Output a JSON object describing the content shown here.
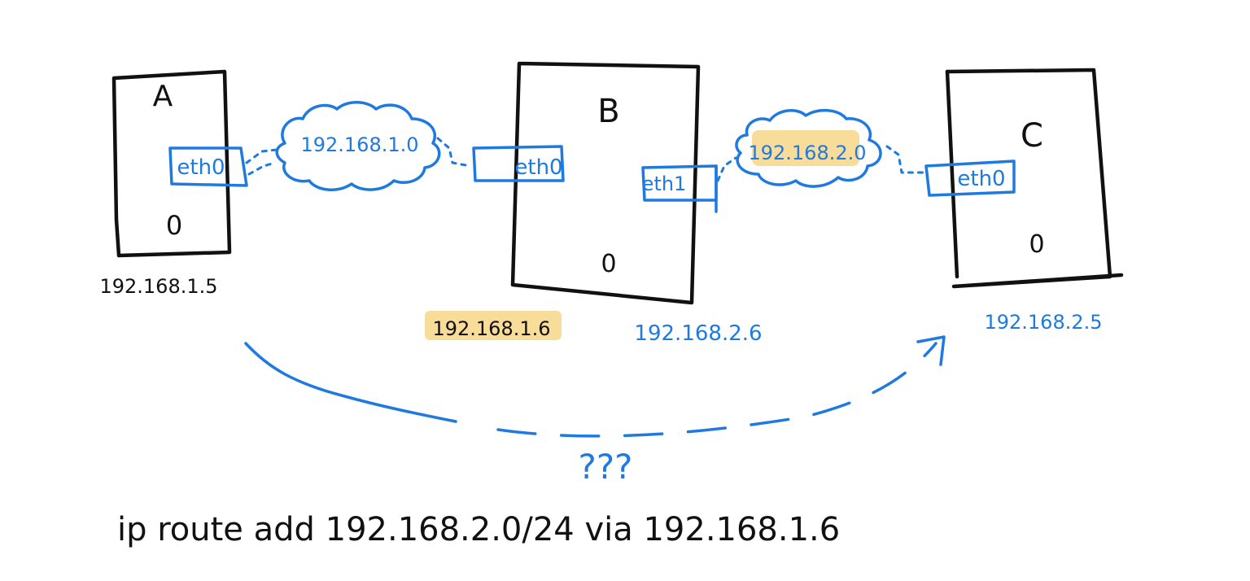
{
  "colors": {
    "ink": "#111111",
    "blue": "#1f7ae0",
    "highlight": "#f8dc9a"
  },
  "hosts": [
    {
      "label": "A",
      "port": "0",
      "ip": "192.168.1.5"
    },
    {
      "label": "B",
      "port": "0",
      "ip_left": "192.168.1.6",
      "ip_right": "192.168.2.6"
    },
    {
      "label": "C",
      "port": "0",
      "ip": "192.168.2.5"
    }
  ],
  "interfaces": {
    "a_eth0": "eth0",
    "b_eth0": "eth0",
    "b_eth1": "eth1",
    "c_eth0": "eth0"
  },
  "networks": {
    "left": "192.168.1.0",
    "right": "192.168.2.0"
  },
  "question": "???",
  "command": "ip route add 192.168.2.0/24 via 192.168.1.6"
}
